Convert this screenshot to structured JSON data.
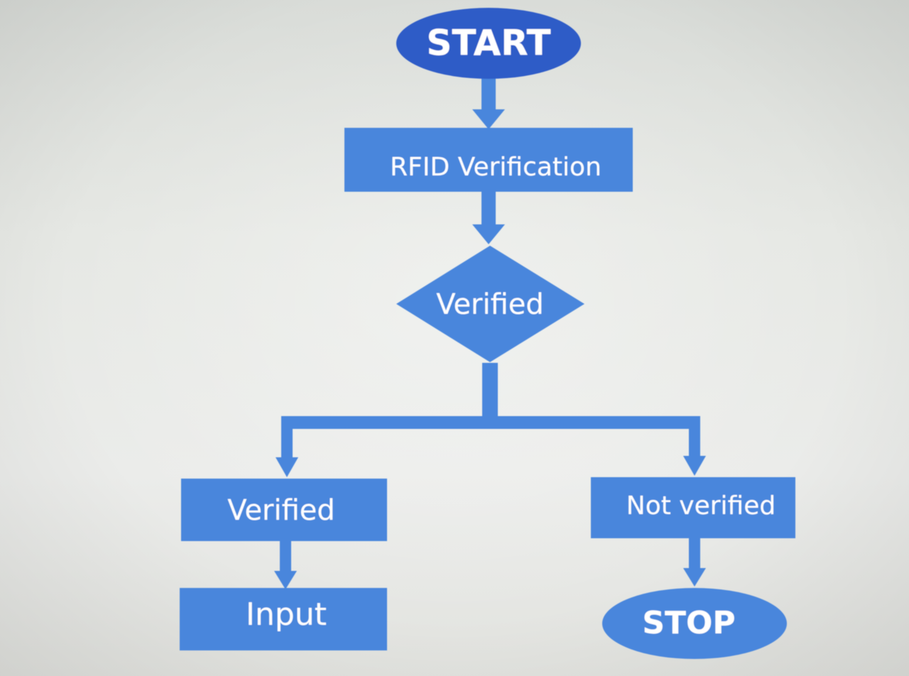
{
  "diagram": {
    "nodes": {
      "start": {
        "label": "START",
        "shape": "ellipse"
      },
      "rfid": {
        "label": "RFID Verification",
        "shape": "rectangle"
      },
      "decision": {
        "label": "Verified",
        "shape": "diamond"
      },
      "verified": {
        "label": "Verified",
        "shape": "rectangle"
      },
      "not_verified": {
        "label": "Not verified",
        "shape": "rectangle"
      },
      "input": {
        "label": "Input",
        "shape": "rectangle"
      },
      "stop": {
        "label": "STOP",
        "shape": "ellipse"
      }
    },
    "edges": [
      {
        "from": "start",
        "to": "rfid"
      },
      {
        "from": "rfid",
        "to": "decision"
      },
      {
        "from": "decision",
        "to": "verified"
      },
      {
        "from": "decision",
        "to": "not_verified"
      },
      {
        "from": "verified",
        "to": "input"
      },
      {
        "from": "not_verified",
        "to": "stop"
      }
    ]
  },
  "colors": {
    "start_fill": "#2f5cc7",
    "node_fill": "#4a86dc",
    "connector": "#4a86dc",
    "text": "#ffffff"
  }
}
